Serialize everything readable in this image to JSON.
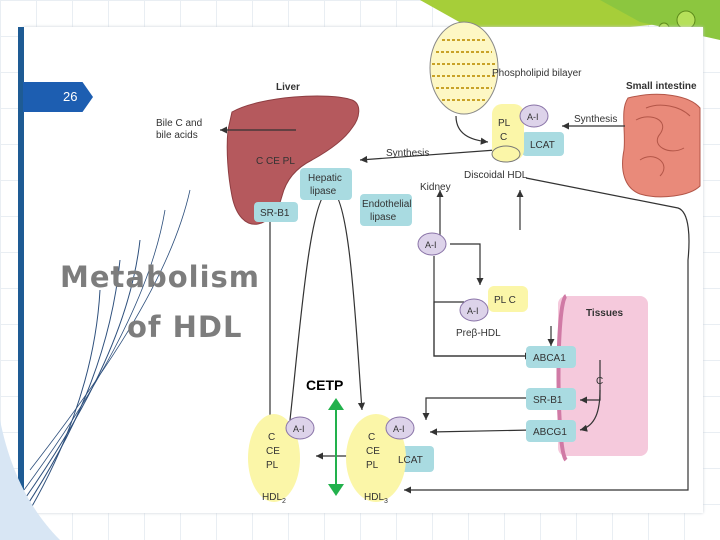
{
  "slide_number": "26",
  "title_line1": "Metabolism",
  "title_line2": "of HDL",
  "cetp_label": "CETP",
  "labels": {
    "liver": "Liver",
    "bile": [
      "Bile C and",
      "bile acids"
    ],
    "liver_contents": "C CE PL",
    "hepatic_lipase": [
      "Hepatic",
      "lipase"
    ],
    "sr_b1": "SR-B1",
    "endothelial_lipase": [
      "Endothelial",
      "lipase"
    ],
    "kidney": "Kidney",
    "synthesis_liver": "Synthesis",
    "phospholipid_bilayer": "Phospholipid bilayer",
    "small_intestine": "Small intestine",
    "synthesis_intestine": "Synthesis",
    "a1": "A-I",
    "lcat": "LCAT",
    "pl": "PL",
    "c": "C",
    "ce": "CE",
    "discoidal_hdl": "Discoidal HDL",
    "pl_c": "PL C",
    "pre_beta_hdl": "Preβ-HDL",
    "tissues": "Tissues",
    "abca1": "ABCA1",
    "sr_b1_tissue": "SR-B1",
    "abcg1": "ABCG1",
    "tissue_c": "C",
    "hdl2": "HDL",
    "hdl2_sub": "2",
    "hdl3": "HDL",
    "hdl3_sub": "3"
  },
  "colors": {
    "accent": "#1d5eb1",
    "cetp_arrow": "#22b14c",
    "lime_corner": "#a6ce39",
    "liver": "#b5595d",
    "teal_box": "#a9dbe1",
    "yellow_particle": "#fbf6a8",
    "lavender": "#ddd3ea",
    "tissue_pink": "#f5c9dc"
  }
}
